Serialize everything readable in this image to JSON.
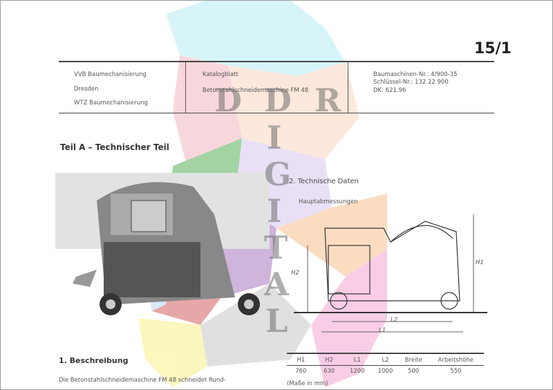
{
  "page_number": "15/1",
  "header": {
    "left": [
      "VVB Baumechanisierung",
      "Dresden",
      "WTZ Baumechanisierung"
    ],
    "middle": [
      "Katalogblatt",
      "Betonstahlschneidemaschine FM 48"
    ],
    "right": [
      "Baumaschinen-Nr.: 4/900-35",
      "Schlüssel-Nr.: 132 22 900",
      "DK: 621.96"
    ]
  },
  "section_title": "Teil A – Technischer Teil",
  "tech_data": {
    "title": "2. Technische Daten",
    "subtitle": "Hauptabmessungen"
  },
  "drawing_labels": {
    "h1": "H1",
    "h2": "H2",
    "l1": "L1",
    "l2": "L2"
  },
  "description": {
    "title": "1. Beschreibung",
    "text": "Die Betonstahlschneidemaschine FM 48 schneidet Rund-"
  },
  "dimensions_table": {
    "headers": [
      "H1",
      "H2",
      "L1",
      "L2",
      "Breite",
      "Arbeitshöhe"
    ],
    "values": [
      "760",
      "630",
      "1200",
      "1000",
      "500",
      "550"
    ],
    "note": "(Maße in mm)"
  },
  "watermark": {
    "horizontal": [
      "D",
      "D",
      "R"
    ],
    "vertical": [
      "I",
      "G",
      "I",
      "T",
      "A",
      "L"
    ]
  }
}
